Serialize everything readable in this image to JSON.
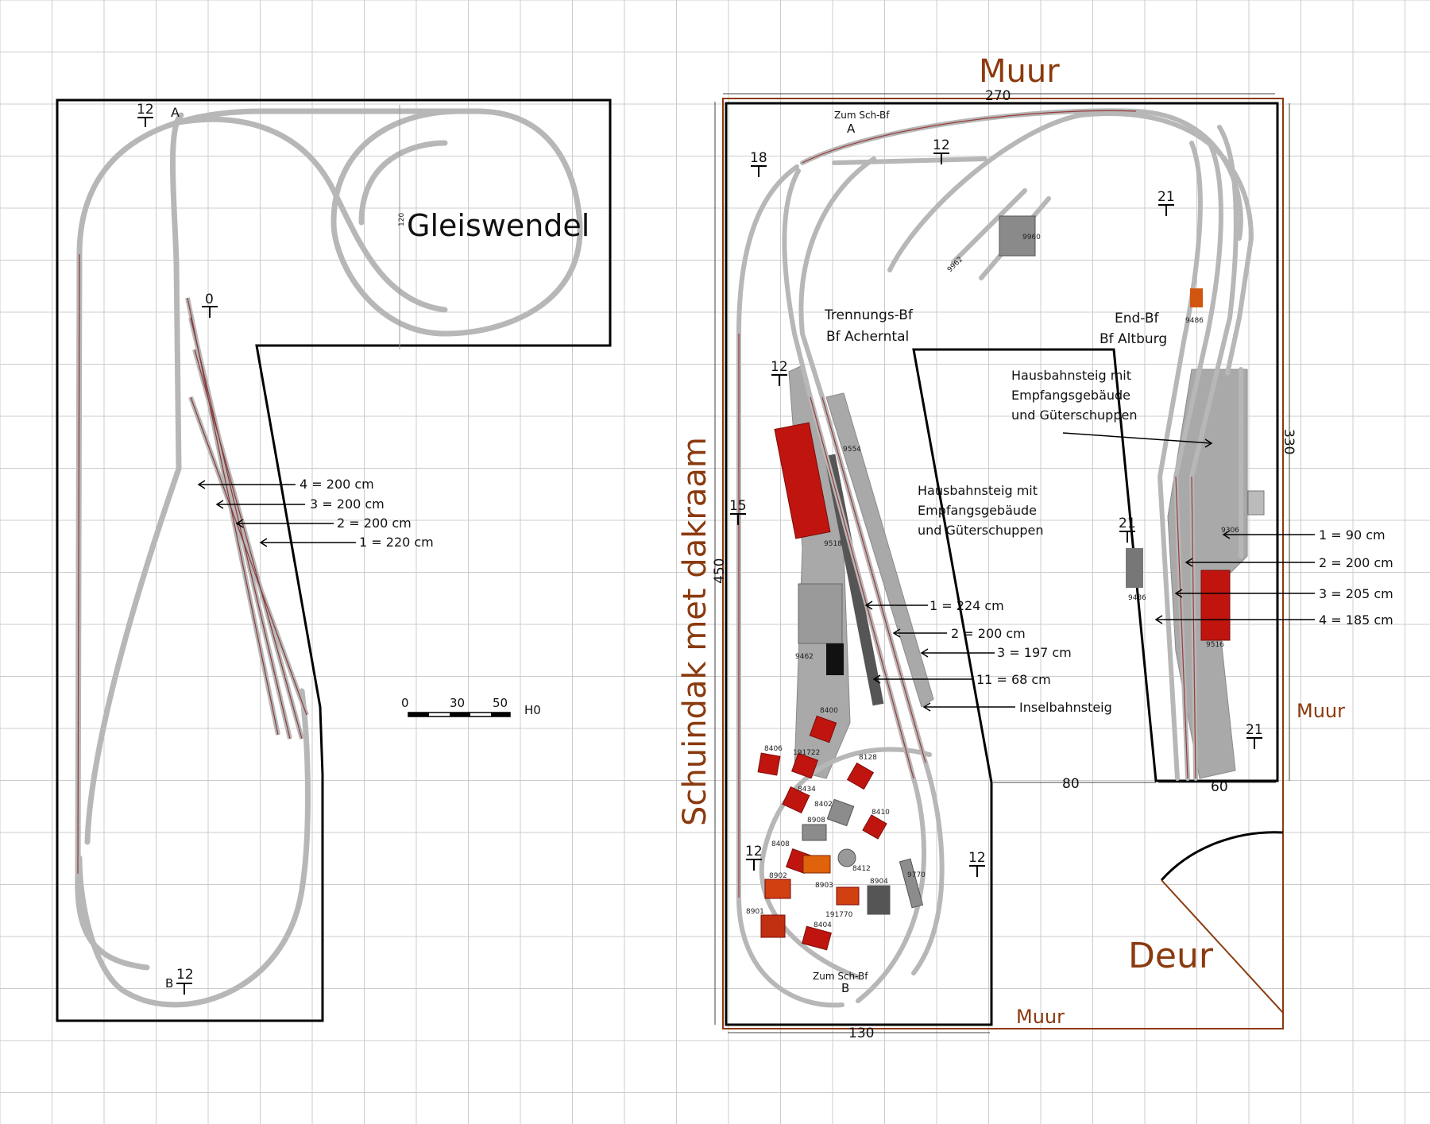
{
  "left_plan": {
    "title": "Gleiswendel",
    "helix_dimension": "120",
    "height_marks": [
      {
        "id": "A",
        "value": "12",
        "letter": "A"
      },
      {
        "id": "start",
        "value": "0",
        "letter": ""
      },
      {
        "id": "B",
        "value": "12",
        "letter": "B"
      }
    ],
    "track_callouts": [
      "4 = 200 cm",
      "3 = 200 cm",
      "2 = 200 cm",
      "1 = 220 cm"
    ],
    "scale_bar": {
      "ticks": [
        "0",
        "30",
        "50"
      ],
      "unit": "H0"
    }
  },
  "right_plan": {
    "walls": {
      "top": "Muur",
      "right": "Muur",
      "bottom": "Muur",
      "left": "Schuindak met dakraam",
      "door": "Deur"
    },
    "dimensions": {
      "width": "270",
      "height": "450",
      "right_height": "330",
      "bottom_width": "130",
      "gap": "80",
      "end_width": "60"
    },
    "heights": [
      "12",
      "18",
      "21",
      "12",
      "15",
      "21",
      "21",
      "12",
      "12"
    ],
    "station_left": {
      "line1": "Trennungs-Bf",
      "line2": "Bf Acherntal"
    },
    "station_right": {
      "line1": "End-Bf",
      "line2": "Bf Altburg"
    },
    "connections": {
      "top": "Zum Sch-Bf",
      "top_letter": "A",
      "bottom": "Zum Sch-Bf",
      "bottom_letter": "B"
    },
    "platform_notes": {
      "left": [
        "Hausbahnsteig mit",
        "Empfangsgebäude",
        "und Güterschuppen"
      ],
      "right": [
        "Hausbahnsteig mit",
        "Empfangsgebäude",
        "und Güterschuppen"
      ],
      "island": "Inselbahnsteig"
    },
    "left_callouts": [
      "1 = 224 cm",
      "2 = 200 cm",
      "3 = 197 cm",
      "11 = 68 cm"
    ],
    "right_callouts": [
      "1 = 90 cm",
      "2 = 200 cm",
      "3 = 205 cm",
      "4 = 185 cm"
    ],
    "building_codes": [
      "9960",
      "9962",
      "9486",
      "9554",
      "9518",
      "9462",
      "9306",
      "9436",
      "9516",
      "8400",
      "8406",
      "191722",
      "8128",
      "8434",
      "8402",
      "8410",
      "8908",
      "8408",
      "8412",
      "9770",
      "8902",
      "8903",
      "8904",
      "8901",
      "191770",
      "8404"
    ]
  },
  "colors": {
    "grid": "#cccccc",
    "wall": "#8b3a0e",
    "roof": "#c0150f",
    "platform": "#a9a9a9",
    "track": "#b7b7b7"
  }
}
